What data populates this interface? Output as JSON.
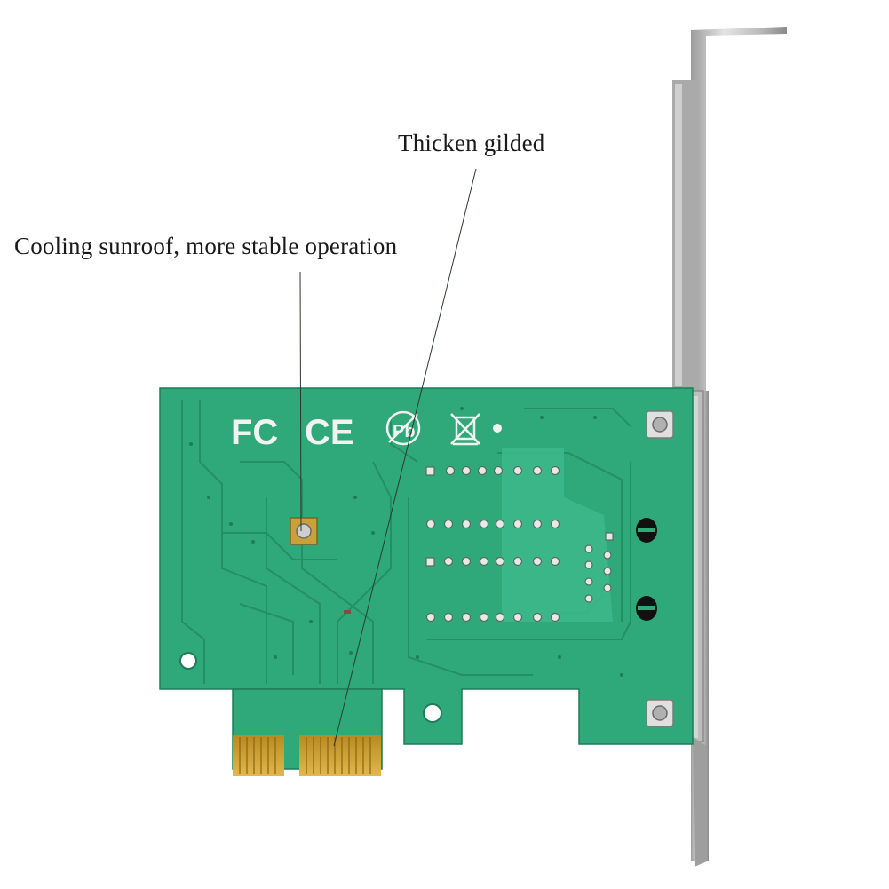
{
  "callouts": {
    "cooling": "Cooling sunroof, more stable operation",
    "gilded": "Thicken gilded"
  },
  "markings": {
    "fcc": "FC",
    "ce": "CE",
    "pb": "Pb"
  },
  "colors": {
    "pcb": "#2fa87a",
    "pcb_trace": "#248f66",
    "gold": "#c9a03a",
    "bracket": "#c4c4c4",
    "leader": "#2a3a2f"
  }
}
